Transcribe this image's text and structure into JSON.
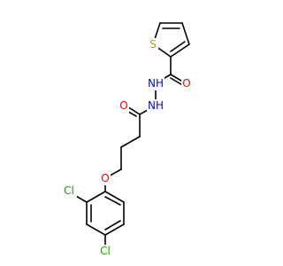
{
  "atoms": {
    "s": {
      "symbol": "S",
      "color": "#B5A300"
    },
    "o1": {
      "symbol": "O",
      "color": "#FF0000"
    },
    "nh1": {
      "symbol": "NH",
      "color": "#0000FF"
    },
    "nh2": {
      "symbol": "NH",
      "color": "#0000FF"
    },
    "o2": {
      "symbol": "O",
      "color": "#FF0000"
    },
    "o3": {
      "symbol": "O",
      "color": "#FF0000"
    },
    "cl1": {
      "symbol": "Cl",
      "color": "#1FA000"
    },
    "cl2": {
      "symbol": "Cl",
      "color": "#1FA000"
    }
  }
}
